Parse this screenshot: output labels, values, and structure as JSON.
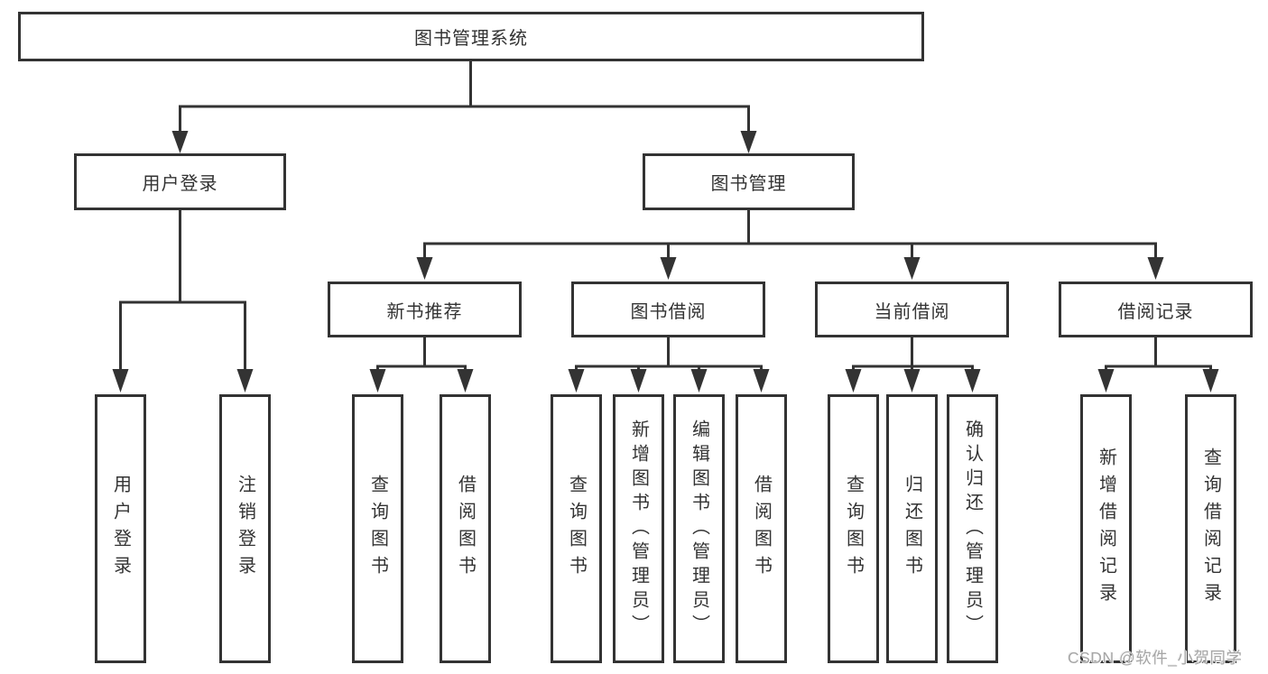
{
  "tree": {
    "label": "图书管理系统",
    "children": [
      {
        "label": "用户登录",
        "children": [
          {
            "label": "用户登录"
          },
          {
            "label": "注销登录"
          }
        ]
      },
      {
        "label": "图书管理",
        "children": [
          {
            "label": "新书推荐",
            "children": [
              {
                "label": "查询图书"
              },
              {
                "label": "借阅图书"
              }
            ]
          },
          {
            "label": "图书借阅",
            "children": [
              {
                "label": "查询图书"
              },
              {
                "label": "新增图书（管理员）"
              },
              {
                "label": "编辑图书（管理员）"
              },
              {
                "label": "借阅图书"
              }
            ]
          },
          {
            "label": "当前借阅",
            "children": [
              {
                "label": "查询图书"
              },
              {
                "label": "归还图书"
              },
              {
                "label": "确认归还（管理员）"
              }
            ]
          },
          {
            "label": "借阅记录",
            "children": [
              {
                "label": "新增借阅记录"
              },
              {
                "label": "查询借阅记录"
              }
            ]
          }
        ]
      }
    ]
  },
  "watermark": {
    "text": "CSDN @软件_小贺同学"
  },
  "colors": {
    "line": "#333333",
    "box_background": "#ffffff",
    "text": "#333333",
    "watermark": "#a6a6a6",
    "page_background": "#ffffff"
  }
}
